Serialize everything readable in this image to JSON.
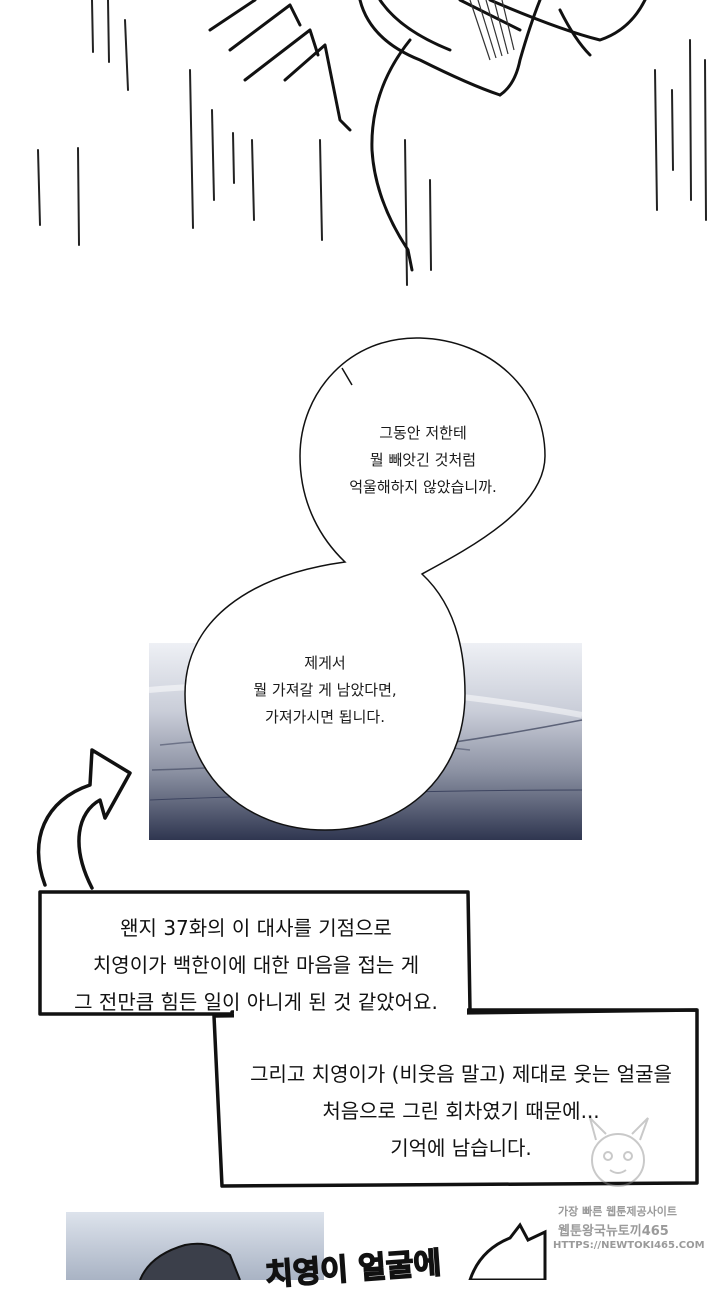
{
  "speech_bubbles": {
    "top": {
      "lines": [
        "그동안 저한테",
        "뭘 빼앗긴 것처럼",
        "억울해하지 않았습니까."
      ]
    },
    "bottom": {
      "lines": [
        "제게서",
        "뭘 가져갈 게 남았다면,",
        "가져가시면 됩니다."
      ]
    }
  },
  "author_note": {
    "first_box": [
      "왠지 37화의 이 대사를 기점으로",
      "치영이가 백한이에 대한 마음을 접는 게",
      "그 전만큼 힘든 일이 아니게 된 것 같았어요."
    ],
    "second_box": [
      "그리고 치영이가 (비웃음 말고) 제대로 웃는 얼굴을",
      "처음으로 그린 회차였기 때문에...",
      "기억에 남습니다."
    ]
  },
  "bottom_lettering": "치영이 얼굴에",
  "watermark": {
    "line1": "가장 빠른 웹툰제공사이트",
    "line2": "웹툰왕국뉴토끼465",
    "line3": "HTTPS://NEWTOKI465.COM"
  },
  "colors": {
    "ink": "#111111",
    "sky_top": "#d9dde6",
    "sky_bottom": "#2c3550",
    "watermark": "#9a9a9a"
  }
}
